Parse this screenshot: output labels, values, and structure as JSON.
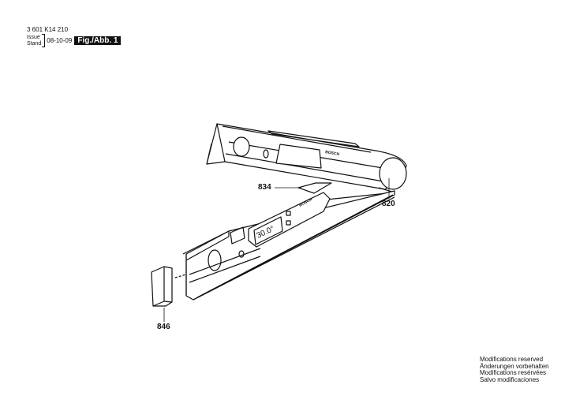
{
  "header": {
    "part_number": "3 601 K14 210",
    "issue_label": "Issue",
    "stand_label": "Stand",
    "date": "08-10-09",
    "figure_label": "Fig./Abb. 1"
  },
  "callouts": [
    {
      "id": "834",
      "label": "834"
    },
    {
      "id": "820",
      "label": "820"
    },
    {
      "id": "846",
      "label": "846"
    }
  ],
  "device": {
    "brand_upper": "BOSCH",
    "brand_lower": "BOSCH",
    "display_value": "30.0°"
  },
  "notes": [
    "Modifications reserved",
    "Änderungen vorbehalten",
    "Modifications resérvées",
    "Salvo modificaciones"
  ]
}
